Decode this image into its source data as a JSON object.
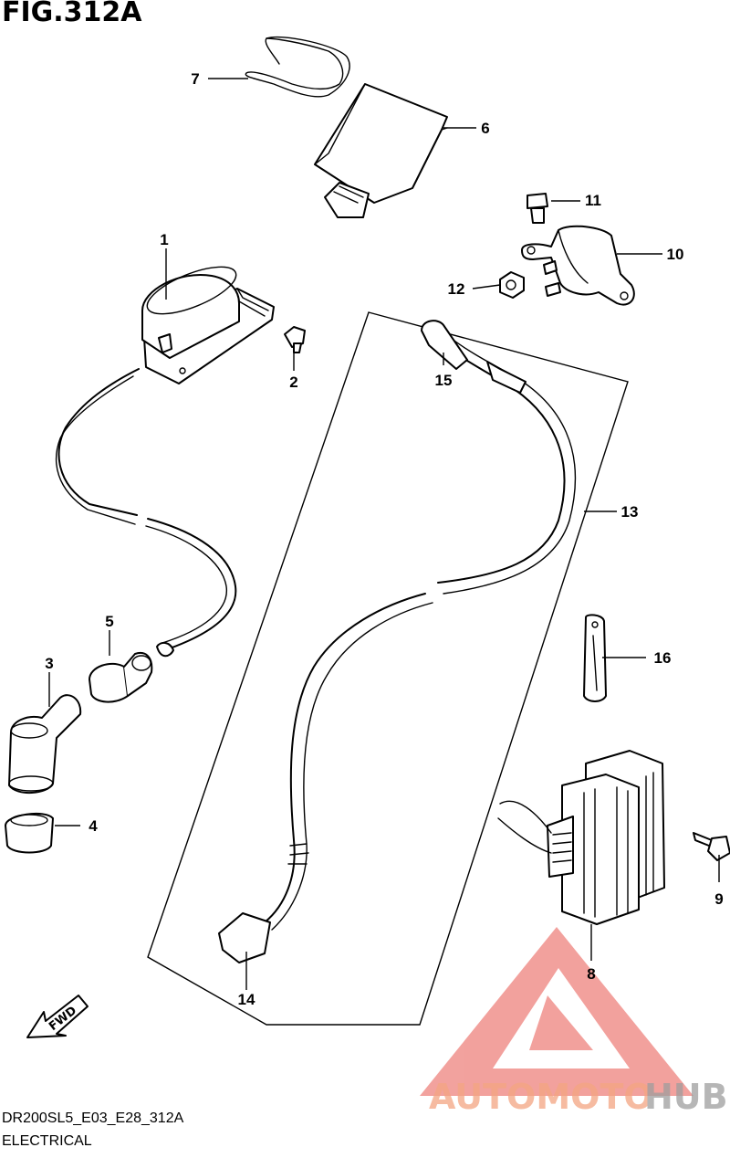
{
  "title": "FIG.312A",
  "parts": [
    {
      "num": "1"
    },
    {
      "num": "2"
    },
    {
      "num": "3"
    },
    {
      "num": "4"
    },
    {
      "num": "5"
    },
    {
      "num": "6"
    },
    {
      "num": "7"
    },
    {
      "num": "8"
    },
    {
      "num": "9"
    },
    {
      "num": "10"
    },
    {
      "num": "11"
    },
    {
      "num": "12"
    },
    {
      "num": "13"
    },
    {
      "num": "14"
    },
    {
      "num": "15"
    },
    {
      "num": "16"
    }
  ],
  "fwd_label": "FWD",
  "footer": {
    "code": "DR200SL5_E03_E28_312A",
    "section": "ELECTRICAL"
  },
  "watermark": {
    "part1": "AUTOMOTO",
    "part2": "HUB",
    "color_primary": "#f4a582",
    "color_secondary": "#9e9e9e",
    "color_triangle": "#e8554e"
  }
}
